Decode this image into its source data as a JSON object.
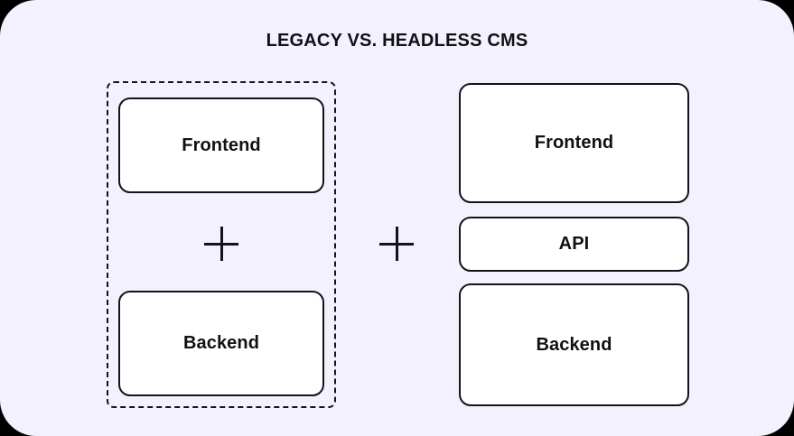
{
  "diagram": {
    "title": "LEGACY VS. HEADLESS CMS",
    "background_color": "#f3f1fd",
    "line_color": "#14131a",
    "box_fill_color": "#ffffff",
    "legacy": {
      "group_style": "dashed-outline",
      "boxes": [
        {
          "label": "Frontend"
        },
        {
          "label": "Backend"
        }
      ],
      "connector": "+"
    },
    "headless": {
      "group_style": "separate",
      "boxes": [
        {
          "label": "Frontend"
        },
        {
          "label": "API"
        },
        {
          "label": "Backend"
        }
      ]
    },
    "between_columns_connector": "+"
  }
}
